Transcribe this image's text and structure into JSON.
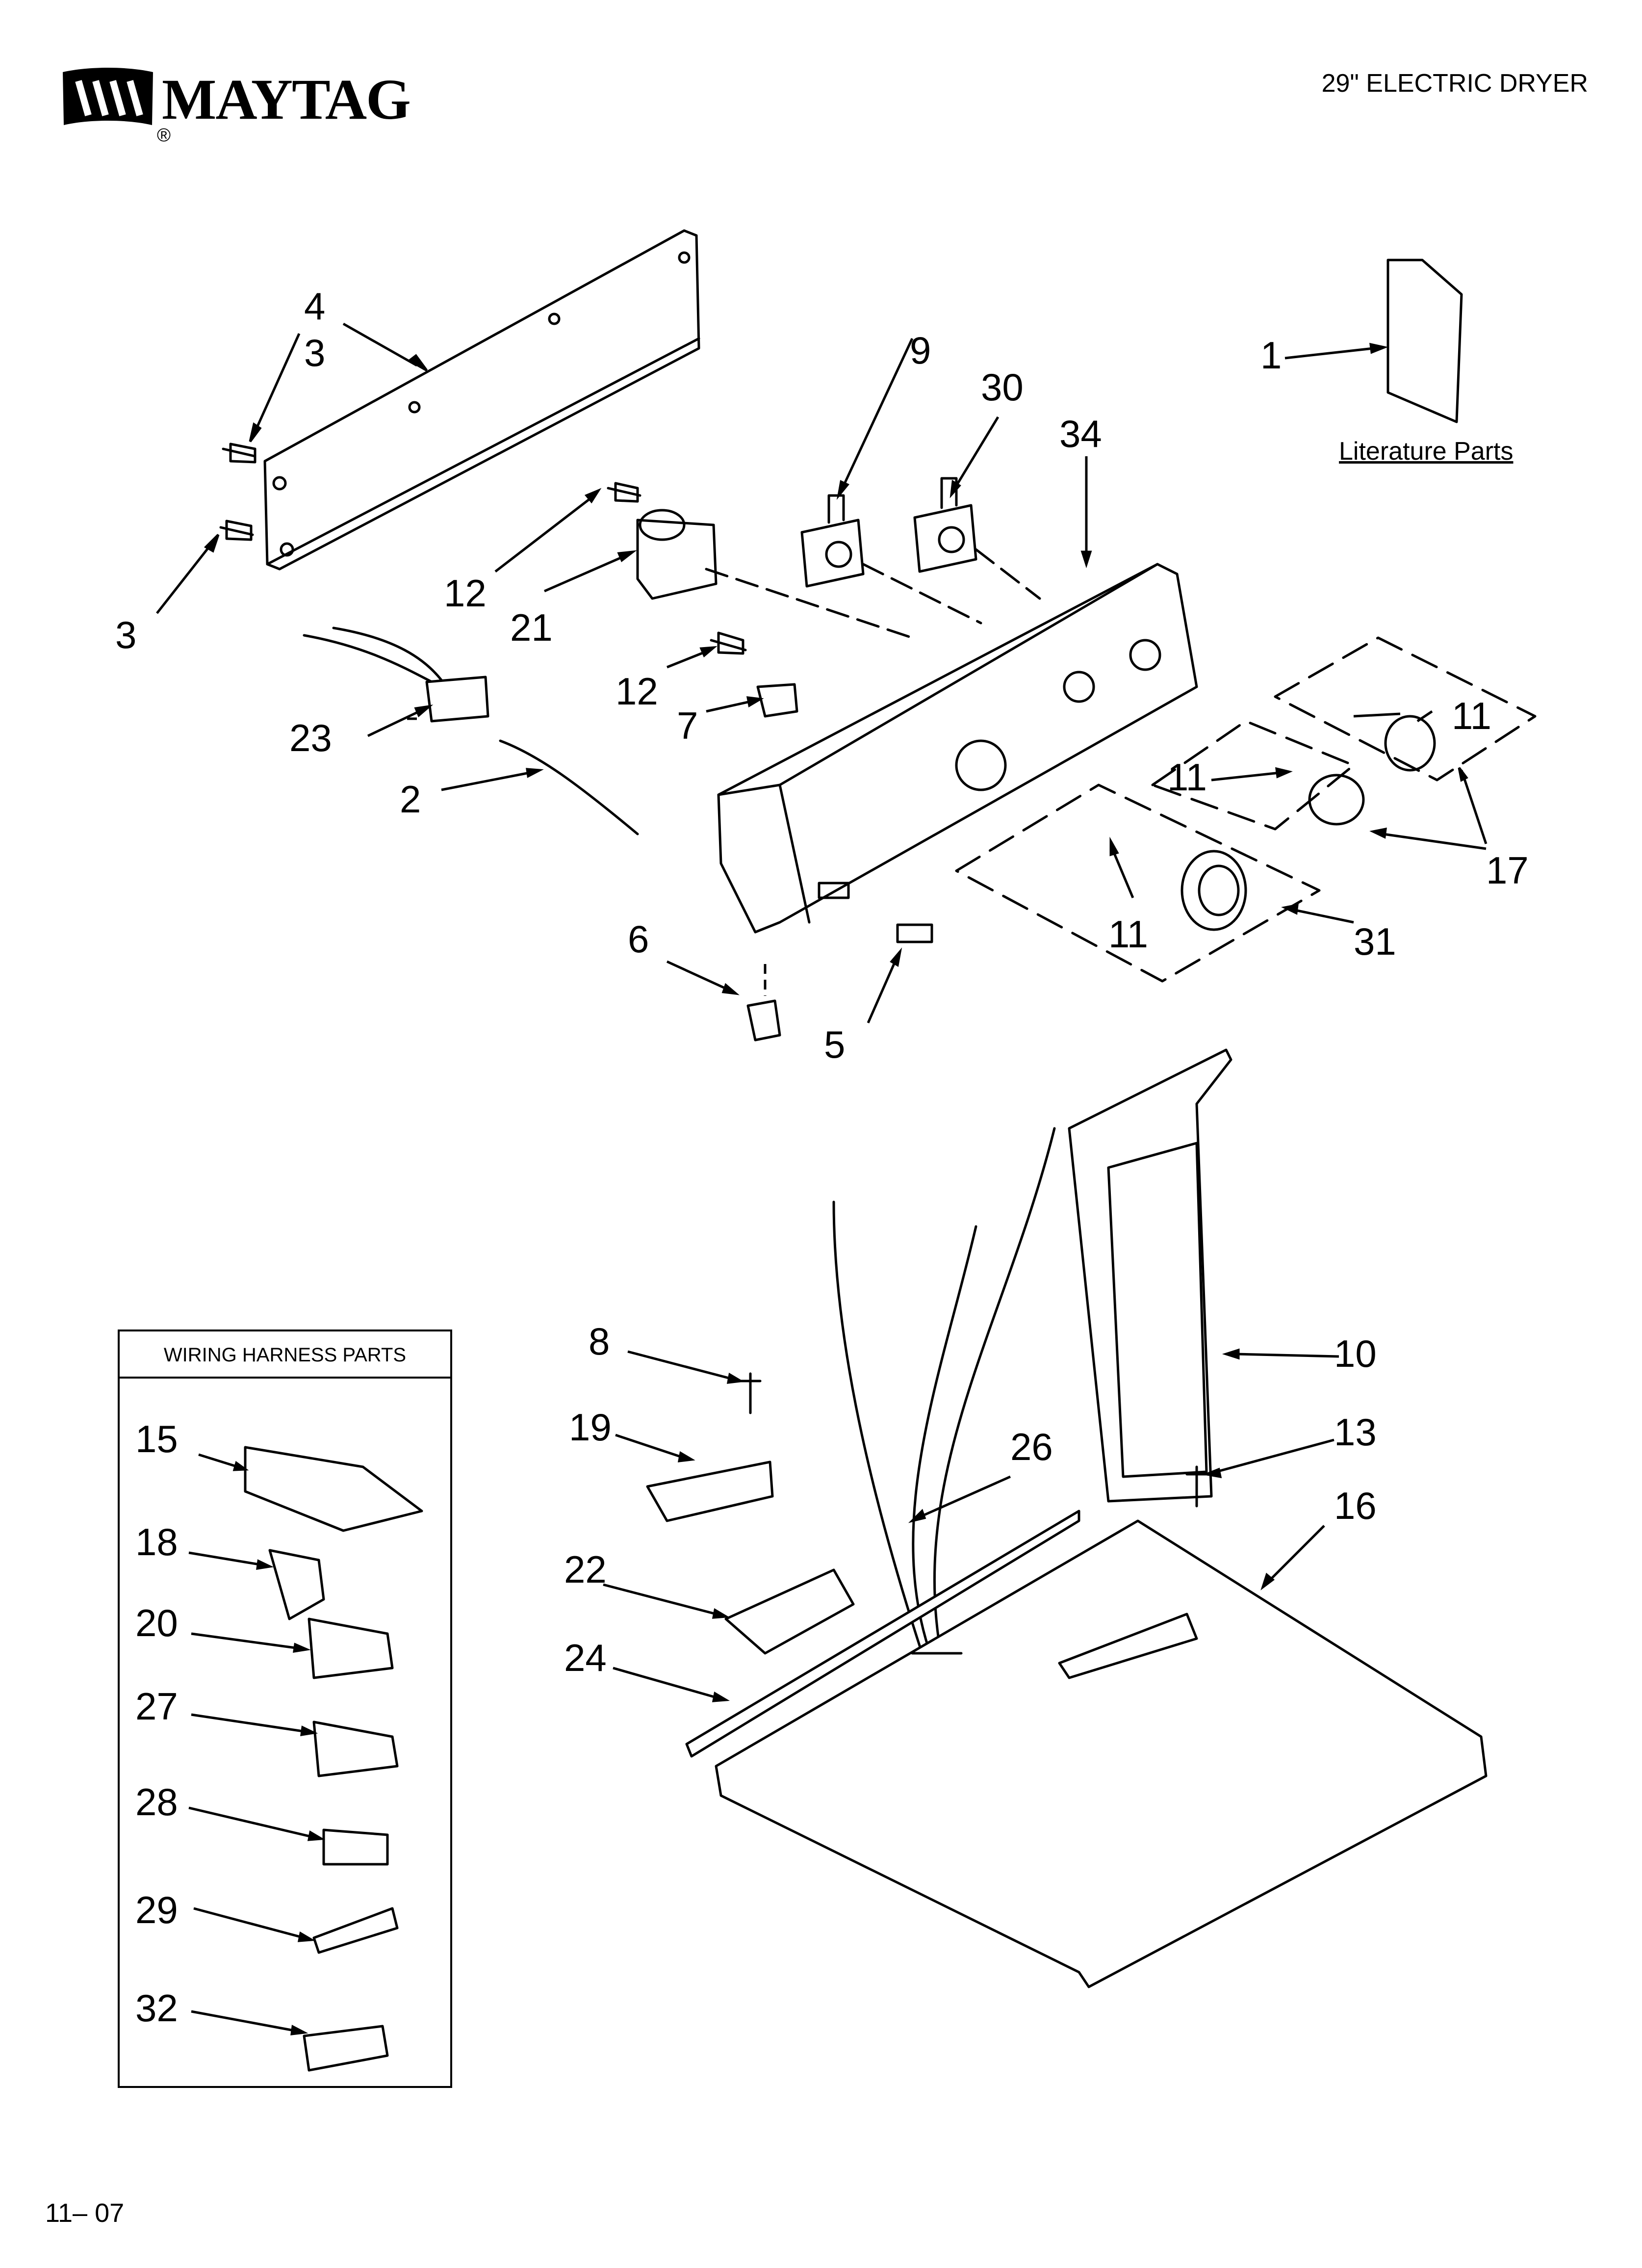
{
  "header": {
    "brand": "MAYTAG",
    "brand_mark": "®",
    "title": "29\" ELECTRIC DRYER"
  },
  "literature": {
    "label": "Literature Parts"
  },
  "harness_box": {
    "title": "WIRING HARNESS PARTS",
    "parts": [
      "15",
      "18",
      "20",
      "27",
      "28",
      "29",
      "32"
    ]
  },
  "callouts": {
    "c1": "1",
    "c2": "2",
    "c3a": "3",
    "c3b": "3",
    "c4": "4",
    "c5": "5",
    "c6": "6",
    "c7": "7",
    "c8": "8",
    "c9": "9",
    "c10": "10",
    "c11a": "11",
    "c11b": "11",
    "c11c": "11",
    "c12a": "12",
    "c12b": "12",
    "c13": "13",
    "c16": "16",
    "c17": "17",
    "c19": "19",
    "c21": "21",
    "c22": "22",
    "c23": "23",
    "c24": "24",
    "c26": "26",
    "c30": "30",
    "c31": "31",
    "c34": "34"
  },
  "footer": {
    "code": "11– 07"
  }
}
